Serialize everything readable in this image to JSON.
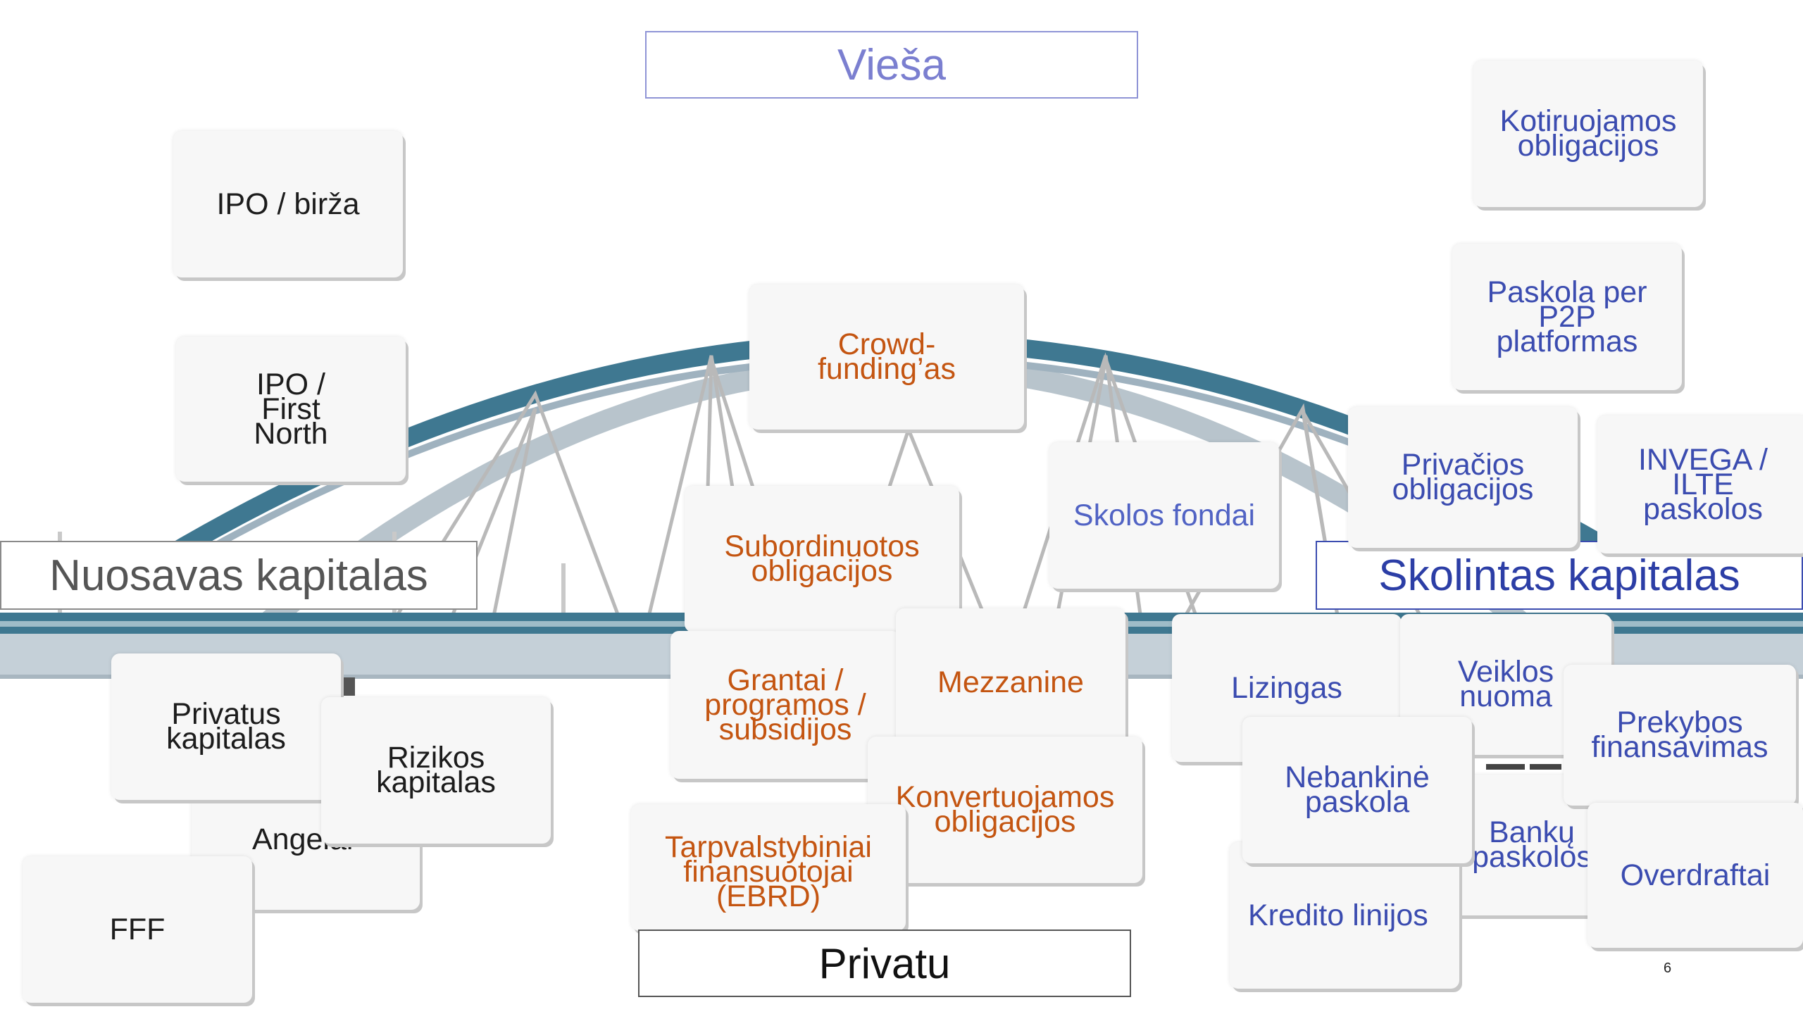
{
  "headers": {
    "public": "Vieša",
    "private": "Privatu",
    "equity": "Nuosavas kapitalas",
    "debt": "Skolintas kapitalas"
  },
  "cards": {
    "ipo_birza": "IPO / birža",
    "ipo_first_north": "IPO / First North",
    "private_equity": "Privatus kapitalas",
    "venture_capital": "Rizikos kapitalas",
    "angels": "Angelai",
    "fff": "FFF",
    "crowdfunding": "Crowd-funding’as",
    "subordinated_bonds": "Subordinuotos obligacijos",
    "grants": "Grantai / programos / subsidijos",
    "mezzanine": "Mezzanine",
    "convertible_bonds": "Konvertuojamos obligacijos",
    "intergovernmental": "Tarpvalstybiniai finansuotojai (EBRD)",
    "listed_bonds": "Kotiruojamos obligacijos",
    "p2p_loan": "Paskola per P2P platformas",
    "private_bonds": "Privačios obligacijos",
    "invega": "INVEGA / ILTE paskolos",
    "debt_funds": "Skolos fondai",
    "leasing": "Lizingas",
    "operating_lease": "Veiklos nuoma",
    "trade_finance": "Prekybos finansavimas",
    "nonbank_loan": "Nebankinė paskola",
    "bank_loans": "Bankų paskolos",
    "credit_lines": "Kredito linijos",
    "overdrafts": "Overdraftai"
  },
  "page_number": "6",
  "colors": {
    "black_text": "#1c1c1c",
    "orange_text": "#c45511",
    "blue_text": "#3b4cb0",
    "public_header_text": "#7b7fd0",
    "bridge_arch": "#3f7891",
    "bridge_deck": "#c5d0d8"
  }
}
